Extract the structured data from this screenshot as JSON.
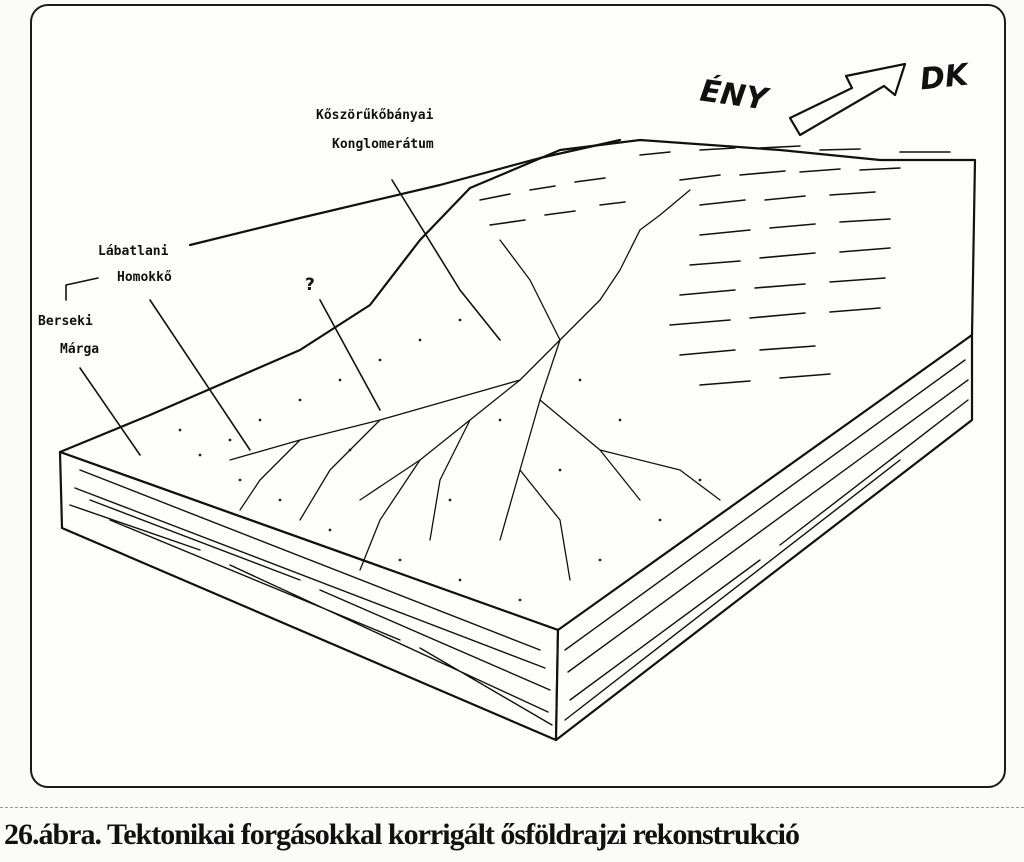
{
  "figure": {
    "labels": {
      "koszoruko_line1": "Kőszörűkőbányai",
      "koszoruko_line2": "Konglomerátum",
      "labatlani_line1": "Lábatlani",
      "labatlani_line2": "Homokkő",
      "berseki_line1": "Berseki",
      "berseki_line2": "Márga",
      "uncertain_mark": "?"
    },
    "compass": {
      "from": "ÉNY",
      "to": "DK"
    }
  },
  "caption": "26.ábra. Tektonikai forgásokkal korrigált ősföldrajzi rekonstrukció"
}
